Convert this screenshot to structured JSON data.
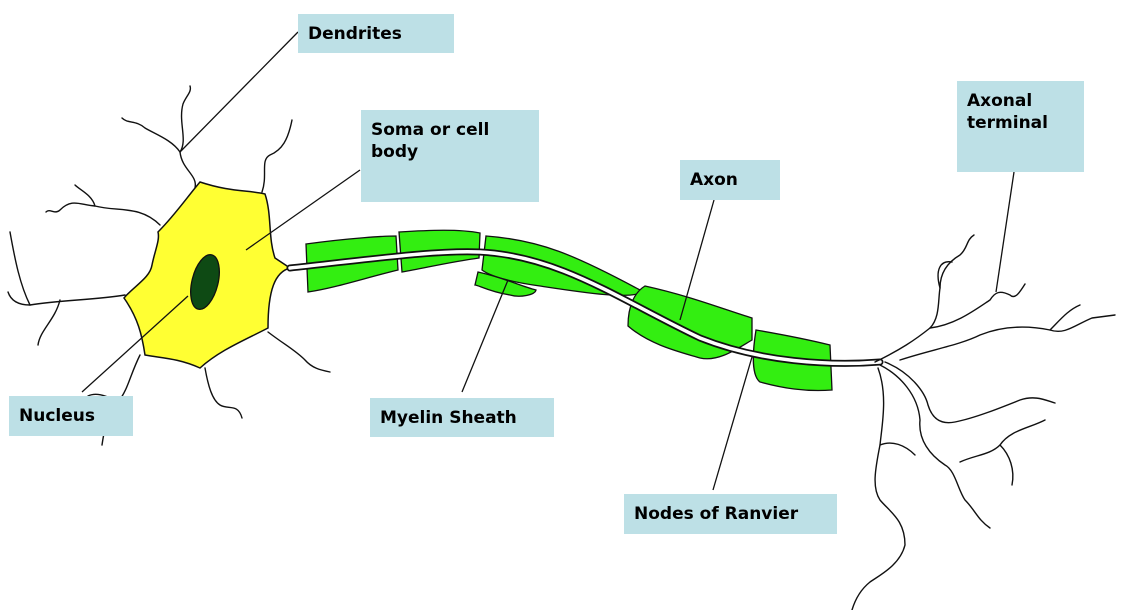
{
  "labels": {
    "dendrites": "Dendrites",
    "soma": "Soma or cell\nbody",
    "axon": "Axon",
    "axonal_terminal": "Axonal\nterminal",
    "nucleus": "Nucleus",
    "myelin": "Myelin Sheath",
    "nodes": "Nodes of Ranvier"
  },
  "colors": {
    "label_bg": "#bde0e6",
    "soma_fill": "#ffff33",
    "nucleus_fill": "#0e4a14",
    "myelin_fill": "#33ee11"
  }
}
